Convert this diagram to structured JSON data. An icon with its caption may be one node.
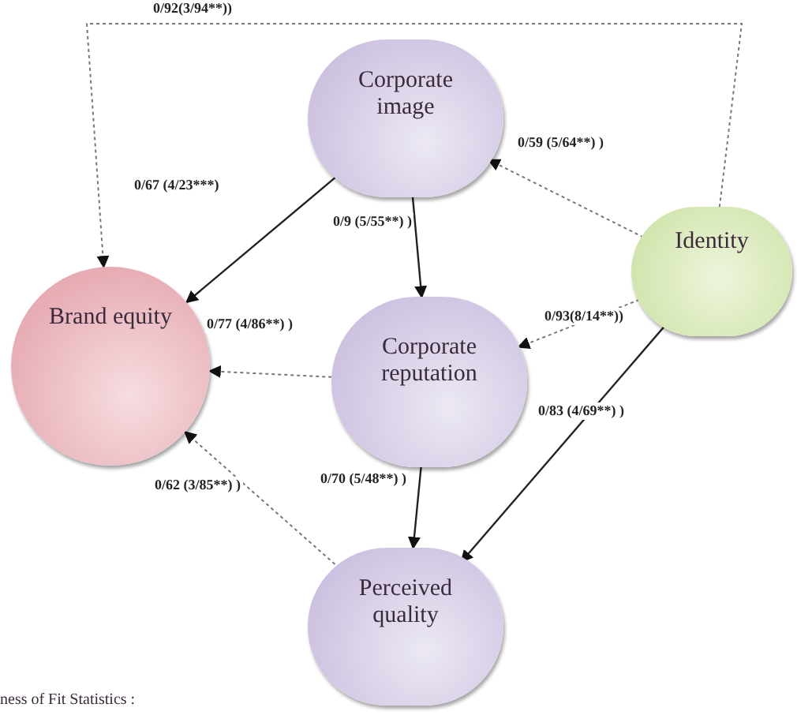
{
  "diagram": {
    "nodes": [
      {
        "text": [
          "Corporate image"
        ]
      },
      {
        "text": [
          "Identity"
        ]
      },
      {
        "text": [
          "Brand equity"
        ]
      },
      {
        "text": [
          "Corporate reputation"
        ]
      },
      {
        "text": [
          "Perceived quality"
        ]
      }
    ],
    "edges": [
      {
        "from": 1,
        "to": 2,
        "arrow": "to",
        "label": "0/92(3/94**))",
        "style": "dashed"
      },
      {
        "from": 1,
        "to": 0,
        "arrow": "to",
        "label": "0/59 (5/64**) )",
        "style": "dashed"
      },
      {
        "from": 0,
        "to": 2,
        "arrow": "to",
        "label": "0/67 (4/23***)"
      },
      {
        "from": 0,
        "to": 3,
        "arrow": "to",
        "label": "0/9 (5/55**) )"
      },
      {
        "from": 3,
        "to": 2,
        "arrow": "to",
        "label": "0/77 (4/86**) )",
        "style": "dashed"
      },
      {
        "from": 1,
        "to": 3,
        "arrow": "to",
        "label": "0/93(8/14**))",
        "style": "dashed"
      },
      {
        "from": 1,
        "to": 4,
        "arrow": "to",
        "label": "0/83 (4/69**) )"
      },
      {
        "from": 3,
        "to": 4,
        "arrow": "to",
        "label": "0/70 (5/48**) )"
      },
      {
        "from": 4,
        "to": 2,
        "arrow": "to",
        "label": "0/62 (3/85**) )",
        "style": "dashed"
      }
    ],
    "labels": [
      "ness of Fit Statistics :"
    ]
  }
}
